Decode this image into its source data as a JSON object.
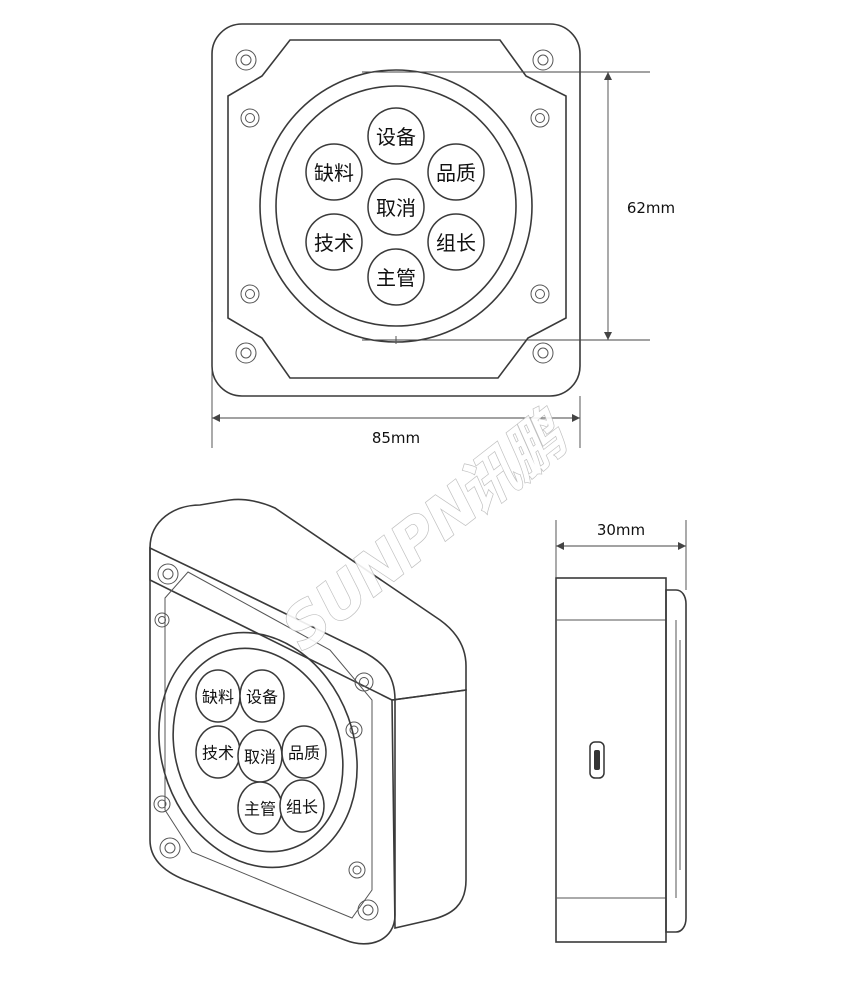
{
  "top_view": {
    "buttons": {
      "top": "设备",
      "left_upper": "缺料",
      "right_upper": "品质",
      "center": "取消",
      "left_lower": "技术",
      "right_lower": "组长",
      "bottom": "主管"
    }
  },
  "iso_view": {
    "buttons": {
      "a": "缺料",
      "b": "设备",
      "c": "技术",
      "d": "取消",
      "e": "品质",
      "f": "主管",
      "g": "组长"
    }
  },
  "dimensions": {
    "height": "62mm",
    "width": "85mm",
    "depth": "30mm"
  },
  "watermark": {
    "latin": "SUNPN",
    "chinese": "讯鹏"
  }
}
